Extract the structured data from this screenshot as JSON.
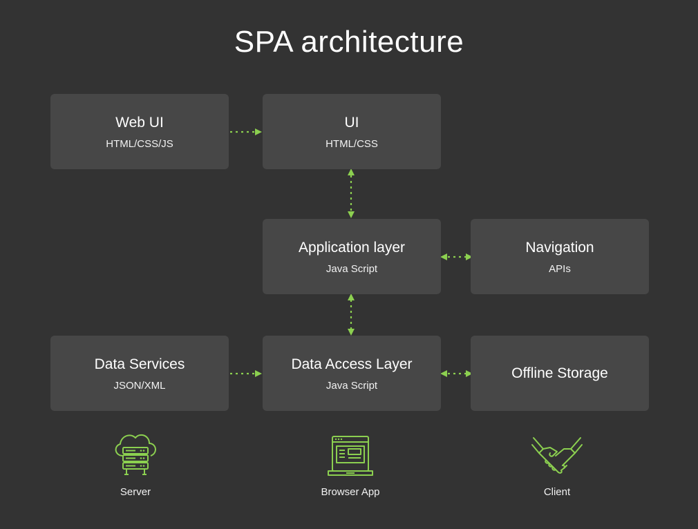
{
  "title": "SPA architecture",
  "accent_color": "#8cd050",
  "boxes": {
    "web_ui": {
      "name": "Web UI",
      "sub": "HTML/CSS/JS"
    },
    "ui": {
      "name": "UI",
      "sub": "HTML/CSS"
    },
    "application_layer": {
      "name": "Application layer",
      "sub": "Java Script"
    },
    "navigation": {
      "name": "Navigation",
      "sub": "APIs"
    },
    "data_services": {
      "name": "Data Services",
      "sub": "JSON/XML"
    },
    "data_access_layer": {
      "name": "Data Access Layer",
      "sub": "Java Script"
    },
    "offline_storage": {
      "name": "Offline Storage"
    }
  },
  "legend": [
    {
      "label": "Server",
      "icon": "cloud-server-icon"
    },
    {
      "label": "Browser App",
      "icon": "browser-laptop-icon"
    },
    {
      "label": "Client",
      "icon": "handshake-icon"
    }
  ]
}
